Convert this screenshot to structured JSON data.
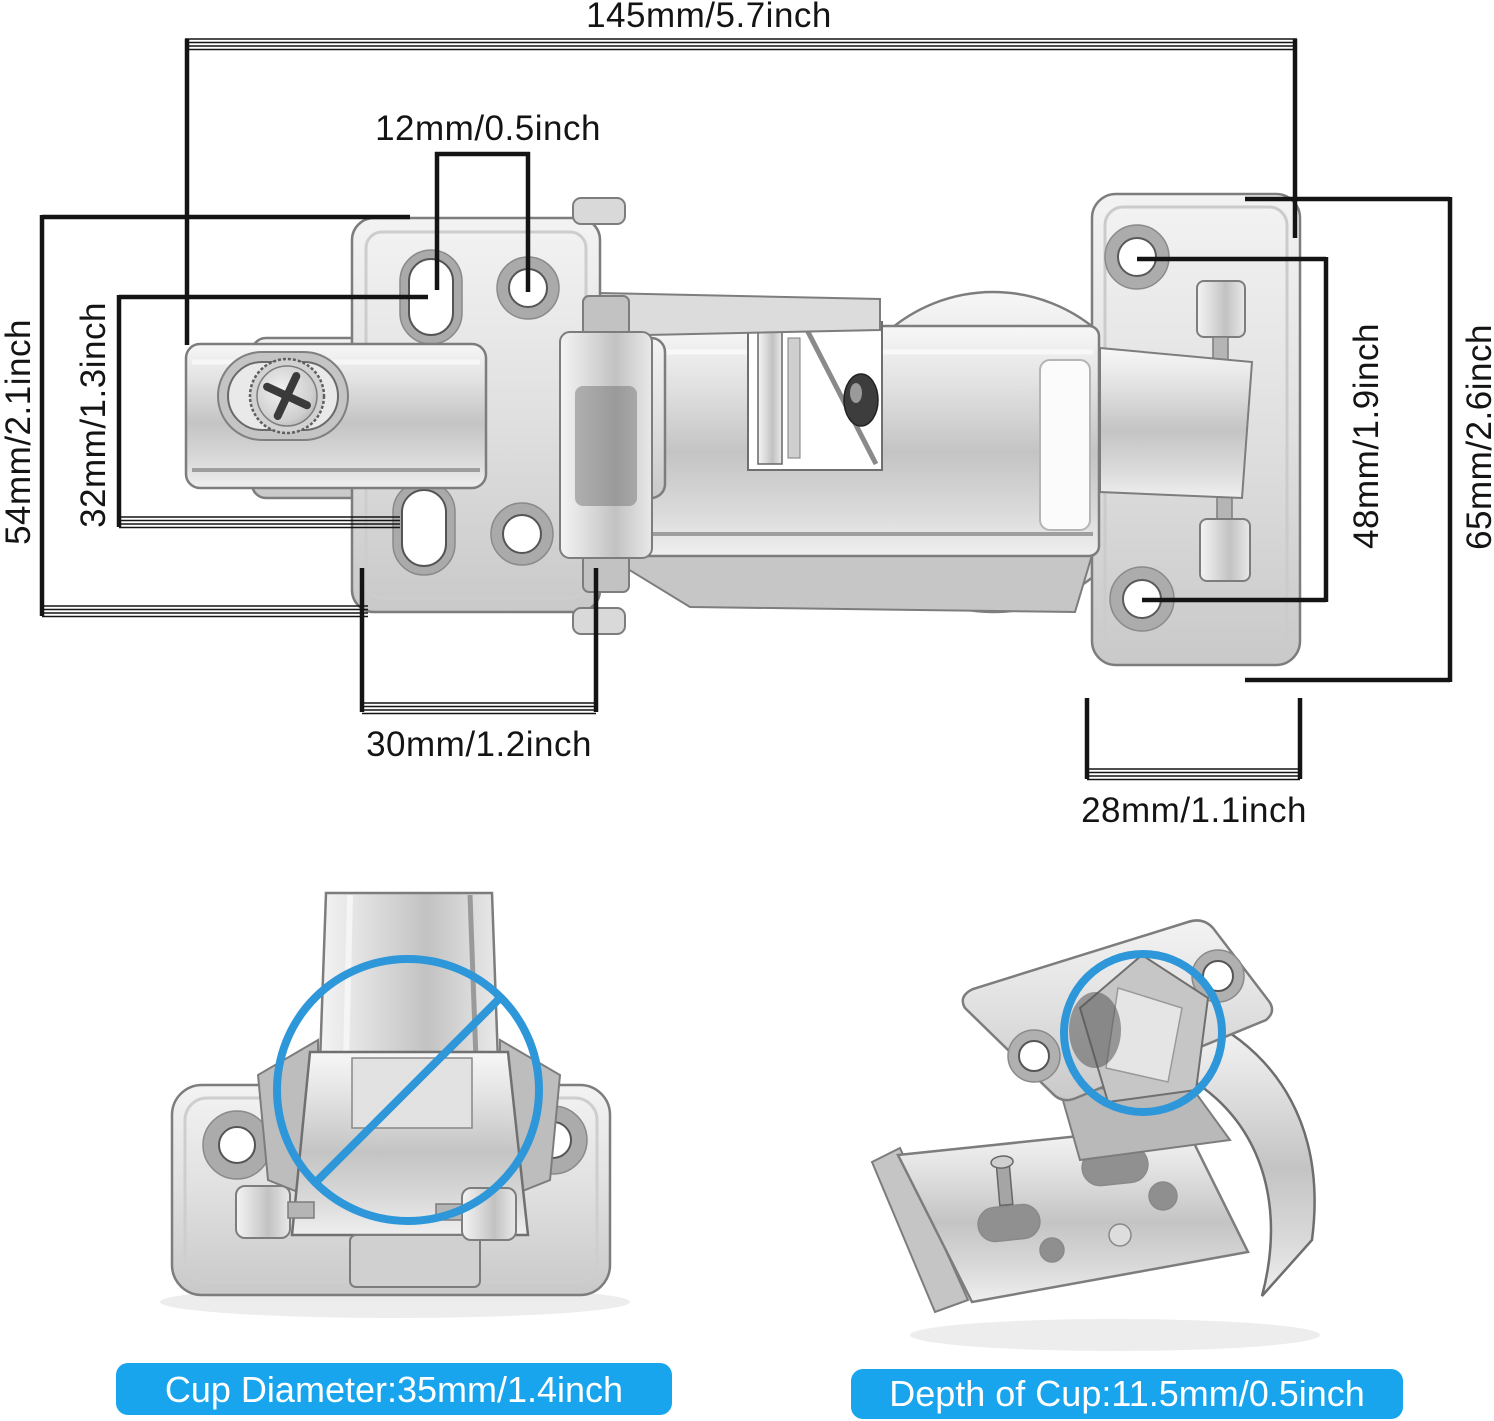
{
  "image": {
    "description": "Concealed cabinet hinge dimension diagram with top view and two detail photos",
    "background": "#ffffff"
  },
  "dims": {
    "overall_length": "145mm/5.7inch",
    "screw_hole_pitch": "12mm/0.5inch",
    "mount_plate_height": "54mm/2.1inch",
    "mount_hole_spacing": "32mm/1.3inch",
    "mount_plate_width": "30mm/1.2inch",
    "door_plate_width": "28mm/1.1inch",
    "door_hole_spacing": "48mm/1.9inch",
    "door_plate_height": "65mm/2.6inch"
  },
  "callouts": {
    "cup_diameter": "Cup Diameter:35mm/1.4inch",
    "cup_depth": "Depth of Cup:11.5mm/0.5inch"
  },
  "colors": {
    "callout_bg": "#18a5ee",
    "callout_text": "#ffffff",
    "highlight_circle": "#2d97d9",
    "dimension_line": "#141414"
  }
}
